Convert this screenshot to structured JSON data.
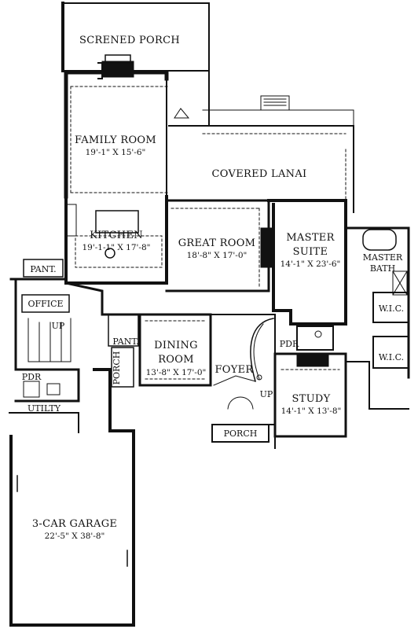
{
  "rooms": {
    "screened_porch": {
      "name": "SCRENED PORCH"
    },
    "family_room": {
      "name": "FAMILY ROOM",
      "dims": "19'-1\" X 15'-6\""
    },
    "covered_lanai": {
      "name": "COVERED LANAI"
    },
    "kitchen": {
      "name": "KITCHEN",
      "dims": "19'-1-1\" X 17'-8\""
    },
    "great_room": {
      "name": "GREAT ROOM",
      "dims": "18'-8\" X 17'-0\""
    },
    "master_suite": {
      "name_line1": "MASTER",
      "name_line2": "SUITE",
      "dims": "14'-1\" X 23'-6\""
    },
    "master_bath": {
      "name_line1": "MASTER",
      "name_line2": "BATH"
    },
    "pant_kitchen": {
      "name": "PANT."
    },
    "office": {
      "name": "OFFICE"
    },
    "stair_up_left": {
      "name": "UP"
    },
    "pant_dining": {
      "name": "PANT."
    },
    "dining_room": {
      "name_line1": "DINING",
      "name_line2": "ROOM",
      "dims": "13'-8\" X 17'-0\""
    },
    "porch_side": {
      "name": "PORCH"
    },
    "foyer": {
      "name": "FOYER"
    },
    "stair_up_foyer": {
      "name": "UP"
    },
    "pdr_center": {
      "name": "PDR"
    },
    "wic_1": {
      "name": "W.I.C."
    },
    "wic_2": {
      "name": "W.I.C."
    },
    "study": {
      "name": "STUDY",
      "dims": "14'-1\" X 13'-8\""
    },
    "porch_front": {
      "name": "PORCH"
    },
    "pdr_left": {
      "name": "PDR"
    },
    "utility": {
      "name": "UTILTY"
    },
    "garage": {
      "name": "3-CAR GARAGE",
      "dims": "22'-5\" X 38'-8\""
    }
  }
}
